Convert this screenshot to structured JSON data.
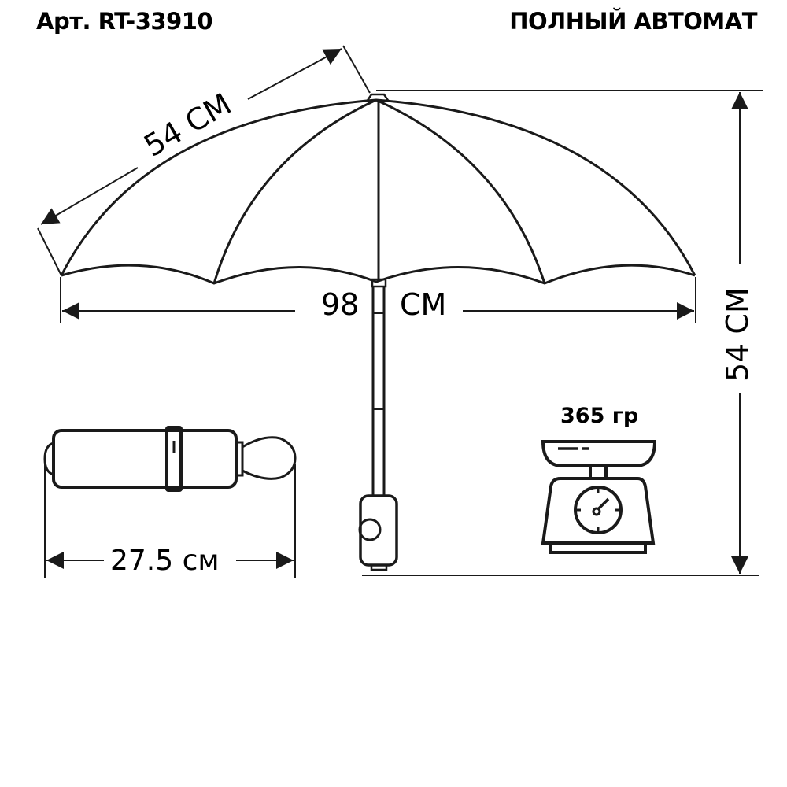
{
  "header": {
    "article": "Арт. RT-33910",
    "type": "ПОЛНЫЙ АВТОМАТ"
  },
  "dimensions": {
    "rib_length": "54 СМ",
    "canopy_diameter_number": "98",
    "canopy_diameter_unit": "СМ",
    "open_height": "54 СМ",
    "folded_length": "27.5 см"
  },
  "weight": {
    "label": "365 гр"
  },
  "colors": {
    "line": "#1a1a1a",
    "background": "#ffffff"
  }
}
